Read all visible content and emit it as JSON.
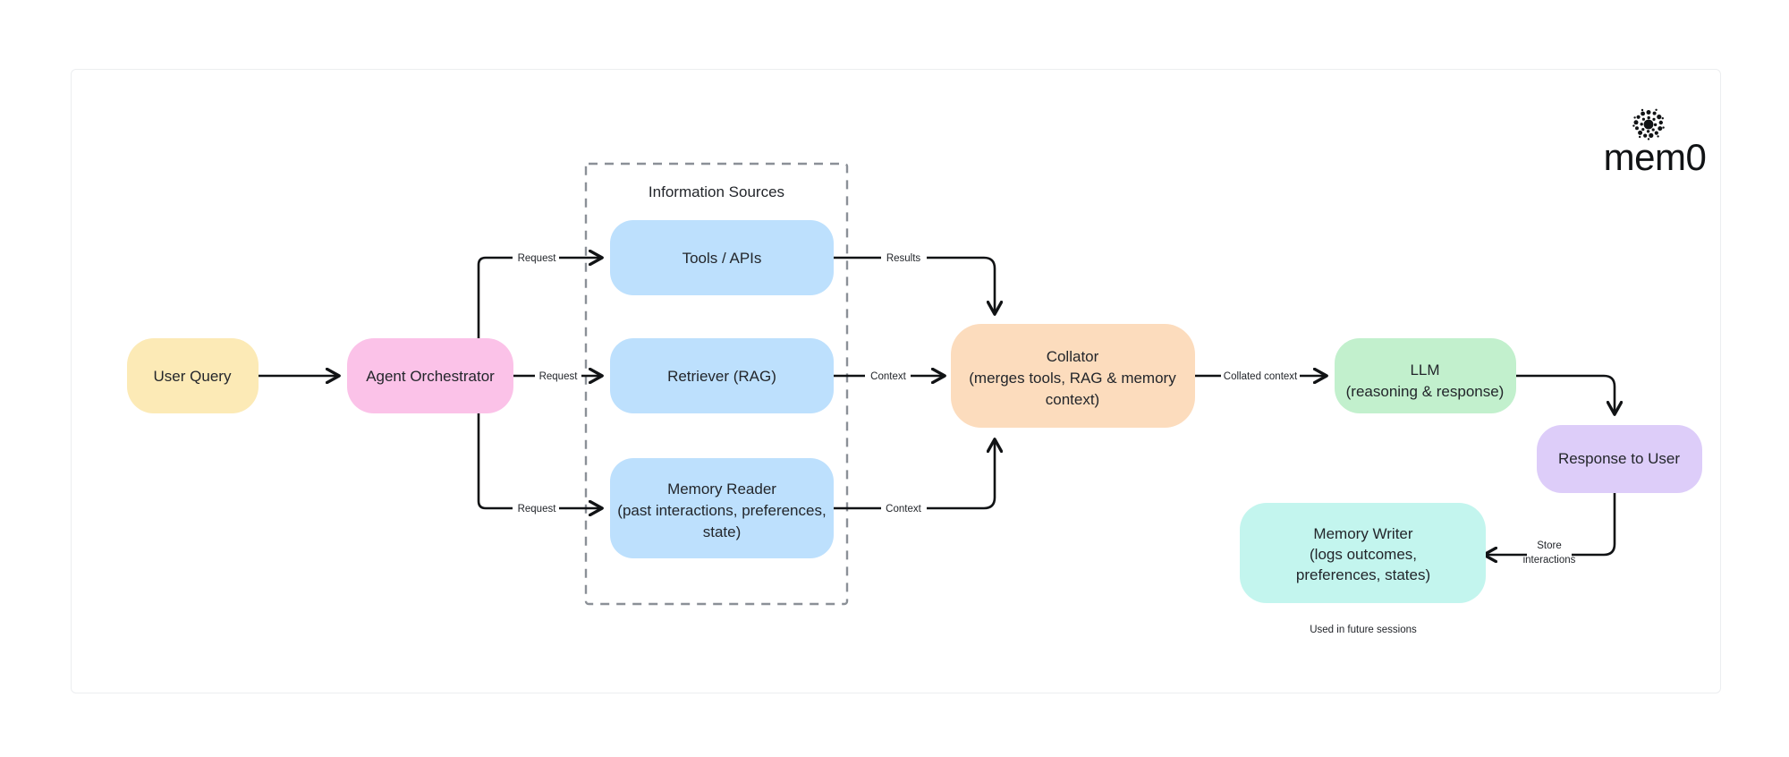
{
  "brand": {
    "name": "mem0",
    "mark_icon": "mem0-dot-burst-icon"
  },
  "diagram": {
    "group": {
      "title": "Information Sources"
    },
    "nodes": [
      {
        "id": "user-query",
        "label": "User Query",
        "lines": [
          "User Query"
        ],
        "color": "#fceab6"
      },
      {
        "id": "agent-orchestrator",
        "label": "Agent Orchestrator",
        "lines": [
          "Agent Orchestrator"
        ],
        "color": "#fbc2e8"
      },
      {
        "id": "tools-apis",
        "label": "Tools / APIs",
        "lines": [
          "Tools / APIs"
        ],
        "color": "#bde0fd"
      },
      {
        "id": "retriever-rag",
        "label": "Retriever (RAG)",
        "lines": [
          "Retriever (RAG)"
        ],
        "color": "#bde0fd"
      },
      {
        "id": "memory-reader",
        "label": "Memory Reader",
        "lines": [
          "Memory Reader",
          "(past interactions, preferences,",
          "state)"
        ],
        "color": "#bde0fd"
      },
      {
        "id": "collator",
        "label": "Collator",
        "lines": [
          "Collator",
          "(merges tools, RAG & memory",
          "context)"
        ],
        "color": "#fcdcbd"
      },
      {
        "id": "llm",
        "label": "LLM",
        "lines": [
          "LLM",
          "(reasoning & response)"
        ],
        "color": "#c2f0cd"
      },
      {
        "id": "response-to-user",
        "label": "Response to User",
        "lines": [
          "Response to User"
        ],
        "color": "#ddcdf9"
      },
      {
        "id": "memory-writer",
        "label": "Memory Writer",
        "lines": [
          "Memory Writer",
          "(logs outcomes,",
          "preferences, states)"
        ],
        "color": "#c3f5ee"
      }
    ],
    "edge_labels": {
      "request_tools": "Request",
      "request_retriever": "Request",
      "request_memory": "Request",
      "results": "Results",
      "context_retriever": "Context",
      "context_memory": "Context",
      "collated_context": "Collated context",
      "store_interactions_line1": "Store",
      "store_interactions_line2": "interactions"
    },
    "caption": "Used in future sessions"
  }
}
